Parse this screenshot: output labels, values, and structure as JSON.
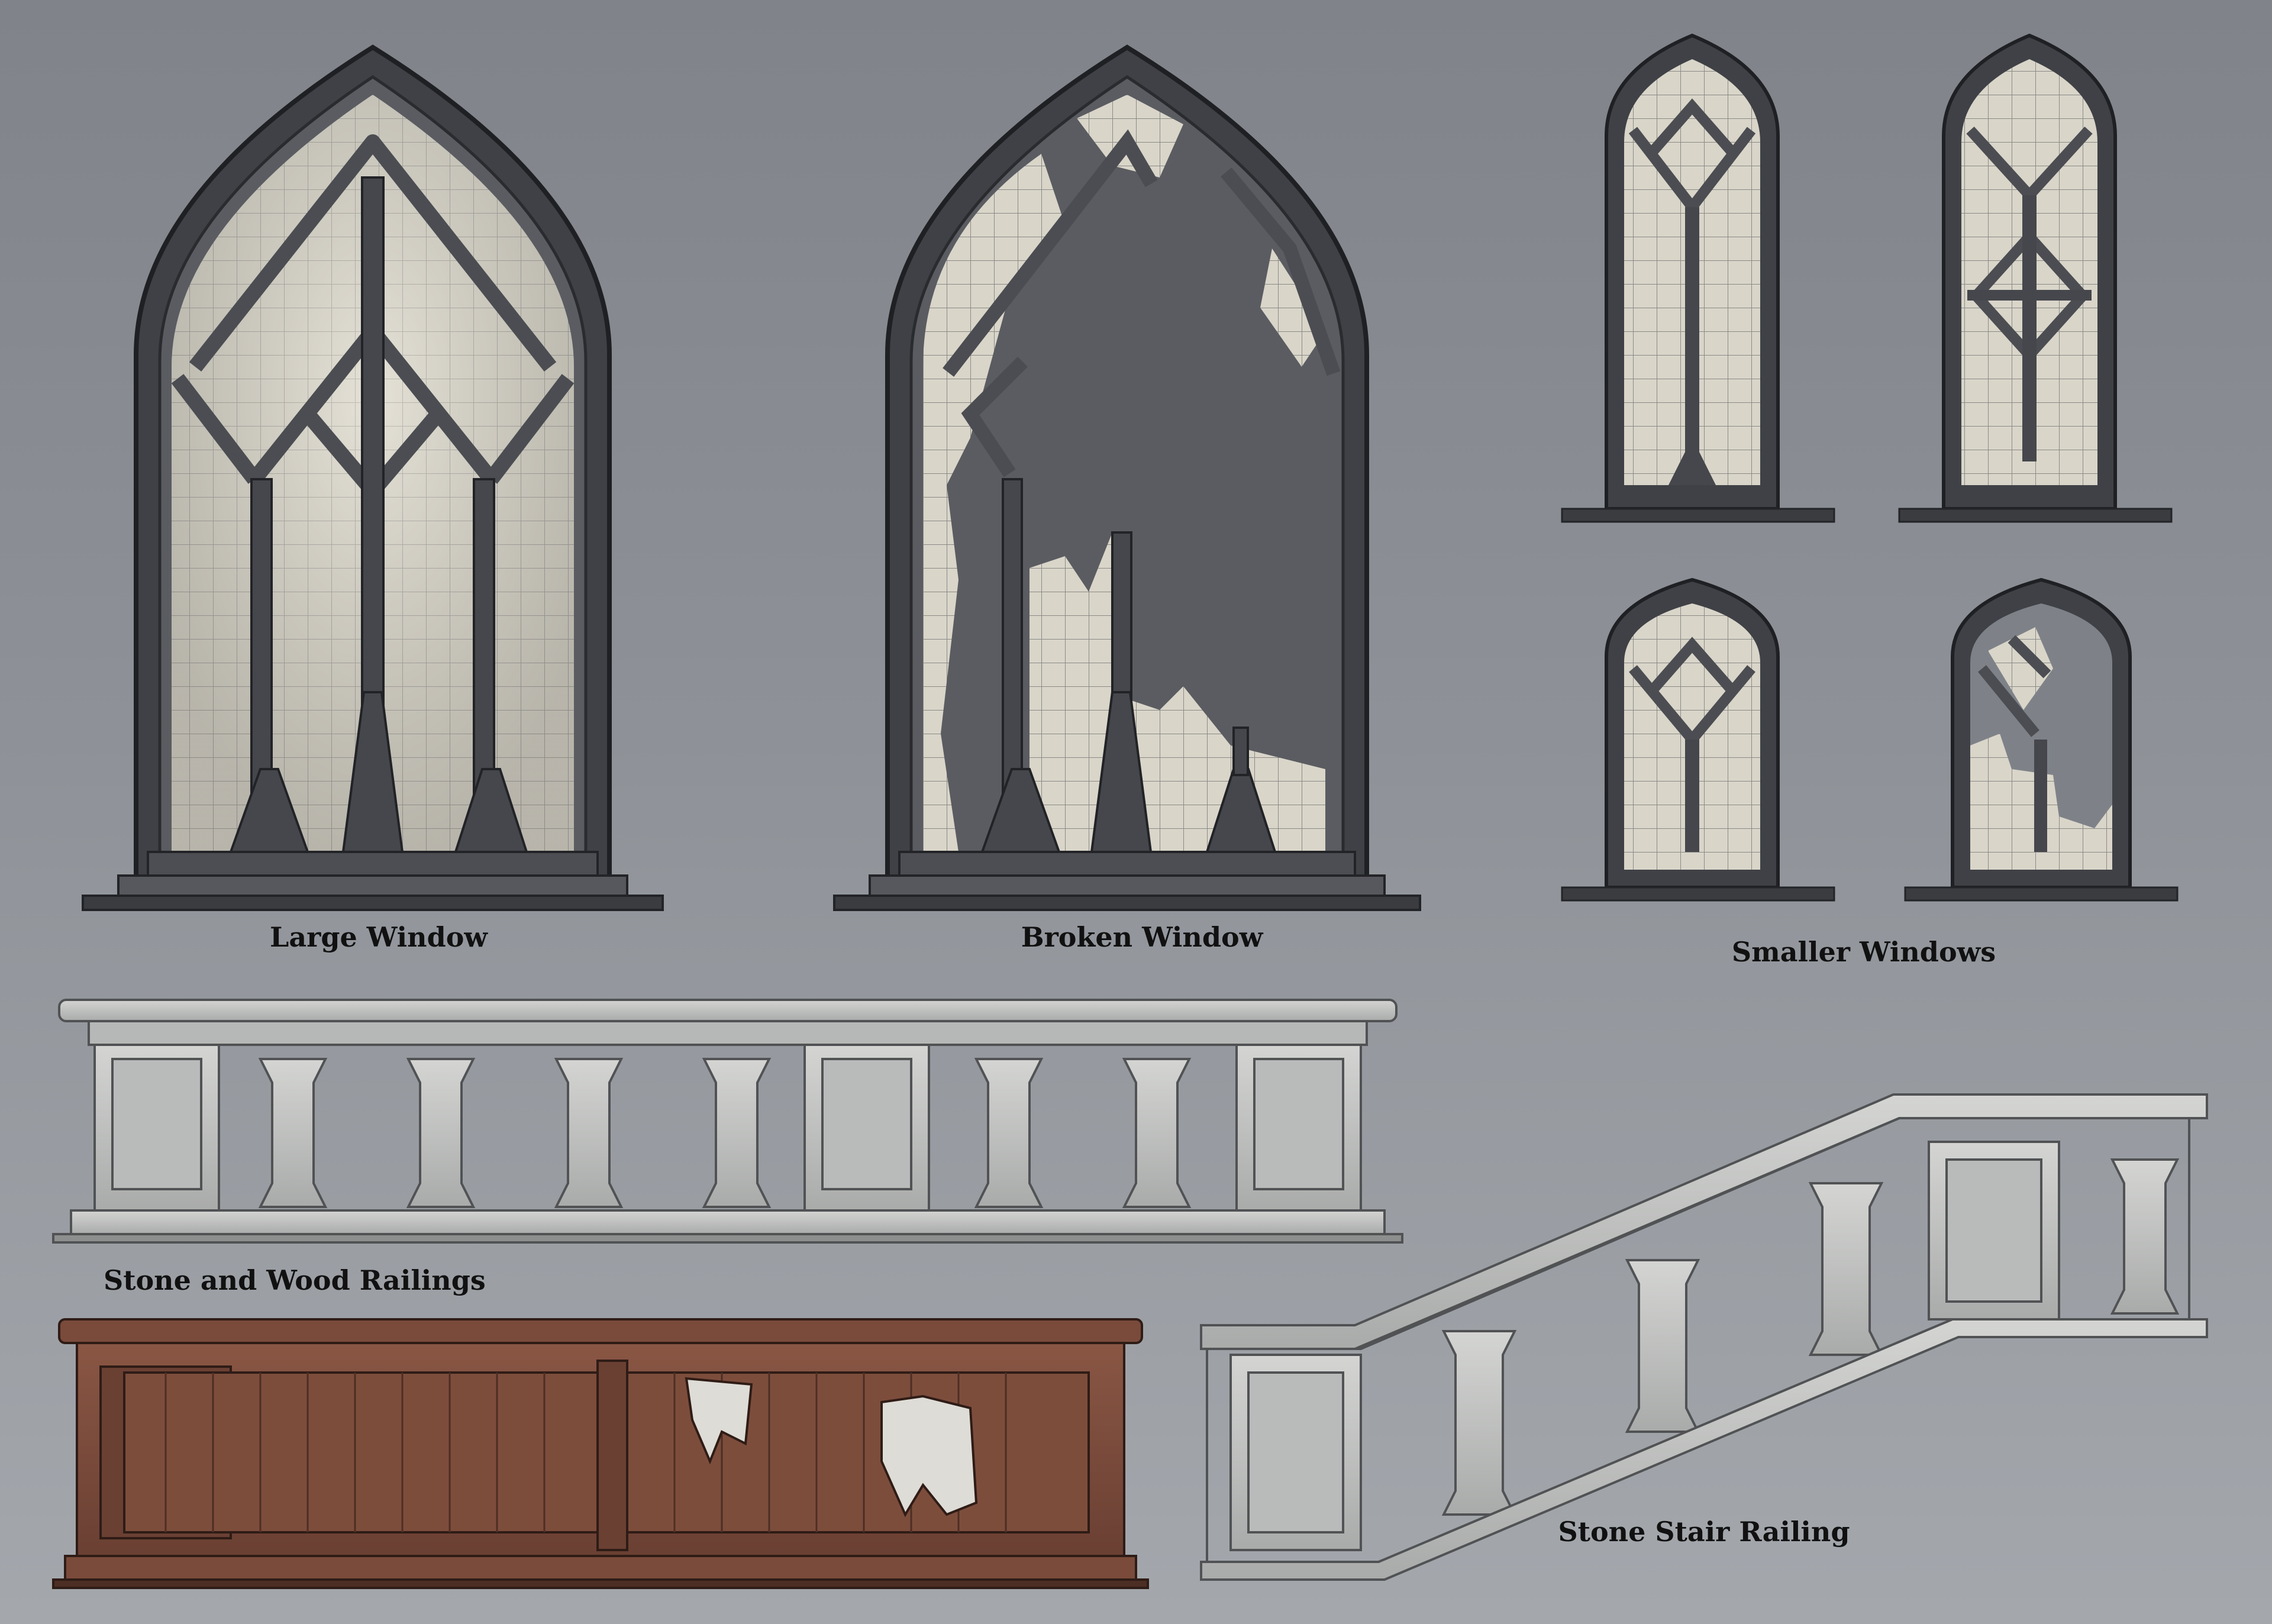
{
  "captions": {
    "large_window": "Large Window",
    "broken_window": "Broken Window",
    "smaller_windows": "Smaller Windows",
    "railings": "Stone and Wood Railings",
    "stair_railing": "Stone Stair Railing"
  },
  "palette": {
    "background_top": "#80848a",
    "background_bottom": "#a4a8ad",
    "iron_frame": "#4a4c51",
    "iron_frame_dark": "#2e3034",
    "glass": "#dcd8cc",
    "glass_shade": "#b9b6ad",
    "stone": "#c9cac8",
    "stone_dark": "#9a9c9b",
    "wood": "#76483a",
    "wood_dark": "#4d2e24"
  }
}
